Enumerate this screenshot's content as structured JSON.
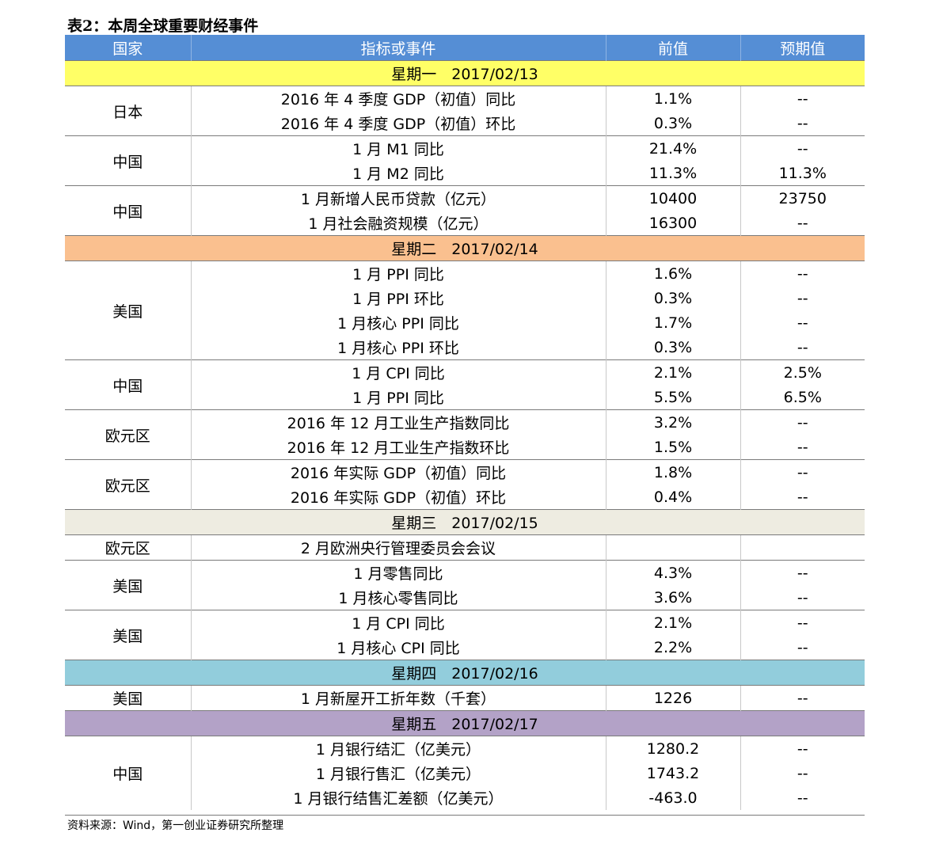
{
  "title": "表2：本周全球重要财经事件",
  "header": {
    "country": "国家",
    "indicator": "指标或事件",
    "previous": "前值",
    "expected": "预期值"
  },
  "days": [
    {
      "label": "星期一　2017/02/13",
      "color": "#ffff66",
      "groups": [
        {
          "country": "日本",
          "rows": [
            {
              "indicator": "2016 年 4 季度 GDP（初值）同比",
              "previous": "1.1%",
              "expected": "--"
            },
            {
              "indicator": "2016 年 4 季度 GDP（初值）环比",
              "previous": "0.3%",
              "expected": "--"
            }
          ]
        },
        {
          "country": "中国",
          "rows": [
            {
              "indicator": "1 月 M1 同比",
              "previous": "21.4%",
              "expected": "--"
            },
            {
              "indicator": "1 月 M2 同比",
              "previous": "11.3%",
              "expected": "11.3%"
            }
          ]
        },
        {
          "country": "中国",
          "rows": [
            {
              "indicator": "1 月新增人民币贷款（亿元）",
              "previous": "10400",
              "expected": "23750"
            },
            {
              "indicator": "1 月社会融资规模（亿元）",
              "previous": "16300",
              "expected": "--"
            }
          ]
        }
      ]
    },
    {
      "label": "星期二　2017/02/14",
      "color": "#fac08f",
      "groups": [
        {
          "country": "美国",
          "rows": [
            {
              "indicator": "1 月 PPI 同比",
              "previous": "1.6%",
              "expected": "--"
            },
            {
              "indicator": "1 月 PPI 环比",
              "previous": "0.3%",
              "expected": "--"
            },
            {
              "indicator": "1 月核心 PPI 同比",
              "previous": "1.7%",
              "expected": "--"
            },
            {
              "indicator": "1 月核心 PPI 环比",
              "previous": "0.3%",
              "expected": "--"
            }
          ]
        },
        {
          "country": "中国",
          "rows": [
            {
              "indicator": "1 月 CPI 同比",
              "previous": "2.1%",
              "expected": "2.5%"
            },
            {
              "indicator": "1 月 PPI 同比",
              "previous": "5.5%",
              "expected": "6.5%"
            }
          ]
        },
        {
          "country": "欧元区",
          "rows": [
            {
              "indicator": "2016 年 12 月工业生产指数同比",
              "previous": "3.2%",
              "expected": "--"
            },
            {
              "indicator": "2016 年 12 月工业生产指数环比",
              "previous": "1.5%",
              "expected": "--"
            }
          ]
        },
        {
          "country": "欧元区",
          "rows": [
            {
              "indicator": "2016 年实际 GDP（初值）同比",
              "previous": "1.8%",
              "expected": "--"
            },
            {
              "indicator": "2016 年实际 GDP（初值）环比",
              "previous": "0.4%",
              "expected": "--"
            }
          ]
        }
      ]
    },
    {
      "label": "星期三　2017/02/15",
      "color": "#eeece1",
      "groups": [
        {
          "country": "欧元区",
          "rows": [
            {
              "indicator": "2 月欧洲央行管理委员会会议",
              "previous": "",
              "expected": ""
            }
          ]
        },
        {
          "country": "美国",
          "rows": [
            {
              "indicator": "1 月零售同比",
              "previous": "4.3%",
              "expected": "--"
            },
            {
              "indicator": "1 月核心零售同比",
              "previous": "3.6%",
              "expected": "--"
            }
          ]
        },
        {
          "country": "美国",
          "rows": [
            {
              "indicator": "1 月 CPI 同比",
              "previous": "2.1%",
              "expected": "--"
            },
            {
              "indicator": "1 月核心 CPI 同比",
              "previous": "2.2%",
              "expected": "--"
            }
          ]
        }
      ]
    },
    {
      "label": "星期四　2017/02/16",
      "color": "#92cddc",
      "groups": [
        {
          "country": "美国",
          "rows": [
            {
              "indicator": "1 月新屋开工折年数（千套）",
              "previous": "1226",
              "expected": "--"
            }
          ]
        }
      ]
    },
    {
      "label": "星期五　2017/02/17",
      "color": "#b3a2c7",
      "groups": [
        {
          "country": "中国",
          "rows": [
            {
              "indicator": "1 月银行结汇（亿美元）",
              "previous": "1280.2",
              "expected": "--"
            },
            {
              "indicator": "1 月银行售汇（亿美元）",
              "previous": "1743.2",
              "expected": "--"
            },
            {
              "indicator": "1 月银行结售汇差额（亿美元）",
              "previous": "-463.0",
              "expected": "--"
            }
          ]
        }
      ]
    }
  ],
  "source": "资料来源：Wind，第一创业证券研究所整理"
}
